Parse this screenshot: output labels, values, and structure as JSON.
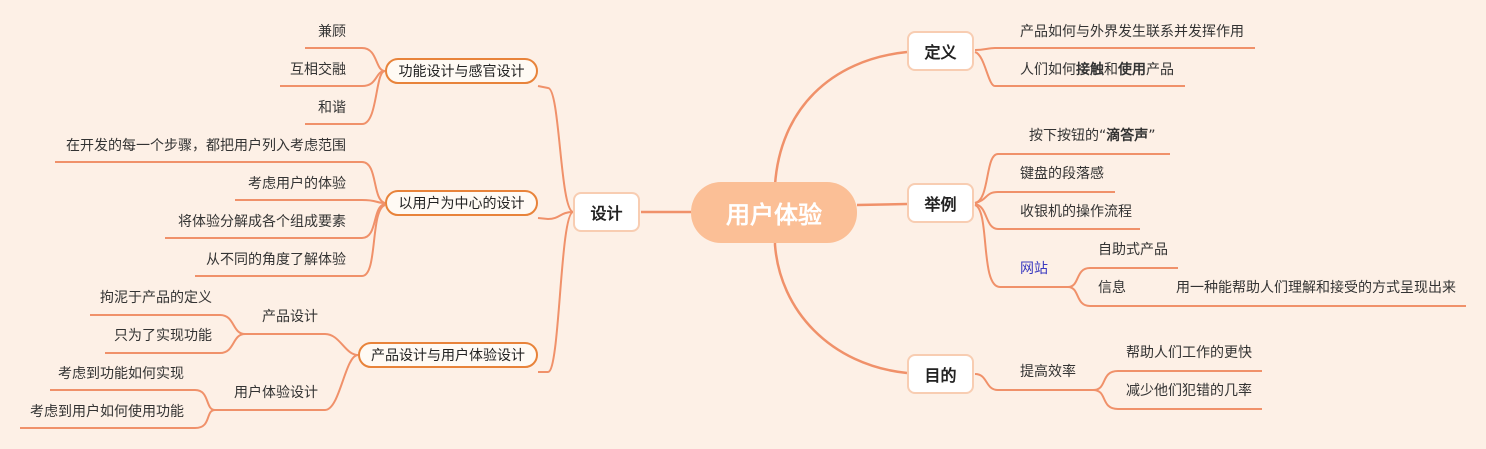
{
  "root": "用户体验",
  "right": {
    "definition": {
      "label": "定义",
      "items": [
        "产品如何与外界发生联系并发挥作用"
      ],
      "item2": {
        "a": "人们如何",
        "b": "接触",
        "c": "和",
        "d": "使用",
        "e": "产品"
      }
    },
    "examples": {
      "label": "举例",
      "item1": {
        "a": "按下按钮的“",
        "b": "滴答声",
        "c": "”"
      },
      "items": [
        "键盘的段落感",
        "收银机的操作流程"
      ],
      "website": {
        "label": "网站",
        "self_service": "自助式产品",
        "info": {
          "label": "信息",
          "detail": "用一种能帮助人们理解和接受的方式呈现出来"
        }
      }
    },
    "purpose": {
      "label": "目的",
      "efficiency": {
        "label": "提高效率",
        "items": [
          "帮助人们工作的更快",
          "减少他们犯错的几率"
        ]
      }
    }
  },
  "left": {
    "design": {
      "label": "设计",
      "functional": {
        "label": "功能设计与感官设计",
        "items": [
          "兼顾",
          "互相交融",
          "和谐"
        ]
      },
      "user_centered": {
        "label": "以用户为中心的设计",
        "items": [
          "在开发的每一个步骤，都把用户列入考虑范围",
          "考虑用户的体验",
          "将体验分解成各个组成要素",
          "从不同的角度了解体验"
        ]
      },
      "product_vs_ux": {
        "label": "产品设计与用户体验设计",
        "product": {
          "label": "产品设计",
          "items": [
            "拘泥于产品的定义",
            "只为了实现功能"
          ]
        },
        "ux": {
          "label": "用户体验设计",
          "items": [
            "考虑到功能如何实现",
            "考虑到用户如何使用功能"
          ]
        }
      }
    }
  },
  "colors": {
    "line": "#f0916a",
    "root_fill": "#fbbf96",
    "pill_border": "#e8833a",
    "background": "#fdf0e6"
  }
}
